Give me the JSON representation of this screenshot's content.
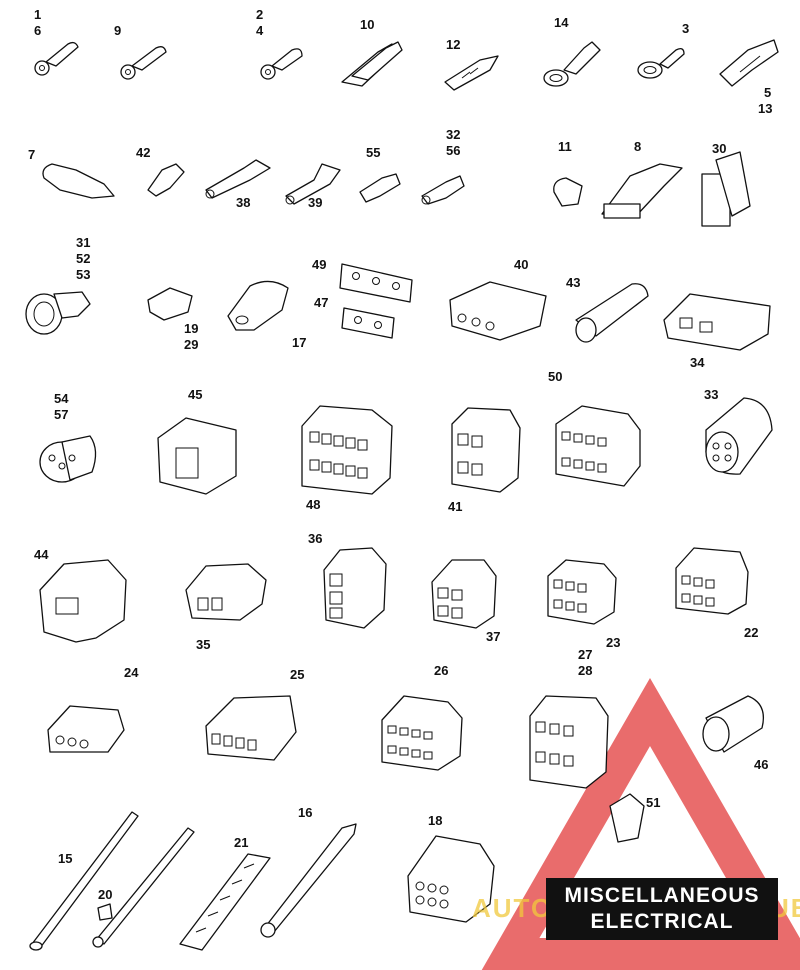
{
  "part_numbers": [
    {
      "id": "n1",
      "text": "1"
    },
    {
      "id": "n6",
      "text": "6"
    },
    {
      "id": "n9",
      "text": "9"
    },
    {
      "id": "n2",
      "text": "2"
    },
    {
      "id": "n4",
      "text": "4"
    },
    {
      "id": "n10",
      "text": "10"
    },
    {
      "id": "n12",
      "text": "12"
    },
    {
      "id": "n14",
      "text": "14"
    },
    {
      "id": "n3",
      "text": "3"
    },
    {
      "id": "n5",
      "text": "5"
    },
    {
      "id": "n13",
      "text": "13"
    },
    {
      "id": "n7",
      "text": "7"
    },
    {
      "id": "n42",
      "text": "42"
    },
    {
      "id": "n38",
      "text": "38"
    },
    {
      "id": "n39",
      "text": "39"
    },
    {
      "id": "n55",
      "text": "55"
    },
    {
      "id": "n32",
      "text": "32"
    },
    {
      "id": "n56",
      "text": "56"
    },
    {
      "id": "n11",
      "text": "11"
    },
    {
      "id": "n8",
      "text": "8"
    },
    {
      "id": "n30",
      "text": "30"
    },
    {
      "id": "n31",
      "text": "31"
    },
    {
      "id": "n52",
      "text": "52"
    },
    {
      "id": "n53",
      "text": "53"
    },
    {
      "id": "n19",
      "text": "19"
    },
    {
      "id": "n29",
      "text": "29"
    },
    {
      "id": "n17",
      "text": "17"
    },
    {
      "id": "n49",
      "text": "49"
    },
    {
      "id": "n47",
      "text": "47"
    },
    {
      "id": "n40",
      "text": "40"
    },
    {
      "id": "n43",
      "text": "43"
    },
    {
      "id": "n34",
      "text": "34"
    },
    {
      "id": "n54",
      "text": "54"
    },
    {
      "id": "n57",
      "text": "57"
    },
    {
      "id": "n45",
      "text": "45"
    },
    {
      "id": "n48",
      "text": "48"
    },
    {
      "id": "n41",
      "text": "41"
    },
    {
      "id": "n50",
      "text": "50"
    },
    {
      "id": "n33",
      "text": "33"
    },
    {
      "id": "n44",
      "text": "44"
    },
    {
      "id": "n35",
      "text": "35"
    },
    {
      "id": "n36",
      "text": "36"
    },
    {
      "id": "n37",
      "text": "37"
    },
    {
      "id": "n23",
      "text": "23"
    },
    {
      "id": "n22",
      "text": "22"
    },
    {
      "id": "n24",
      "text": "24"
    },
    {
      "id": "n25",
      "text": "25"
    },
    {
      "id": "n26",
      "text": "26"
    },
    {
      "id": "n27",
      "text": "27"
    },
    {
      "id": "n28",
      "text": "28"
    },
    {
      "id": "n46",
      "text": "46"
    },
    {
      "id": "n51",
      "text": "51"
    },
    {
      "id": "n15",
      "text": "15"
    },
    {
      "id": "n16",
      "text": "16"
    },
    {
      "id": "n21",
      "text": "21"
    },
    {
      "id": "n20",
      "text": "20"
    },
    {
      "id": "n18",
      "text": "18"
    }
  ],
  "banner": {
    "line1": "MISCELLANEOUS",
    "line2": "ELECTRICAL"
  },
  "watermark": {
    "text": "AUTO",
    "text2": "HUB"
  },
  "colors": {
    "ink": "#111111",
    "banner_bg": "#111111",
    "banner_text": "#ffffff",
    "watermark_red": "#e23b3b"
  }
}
